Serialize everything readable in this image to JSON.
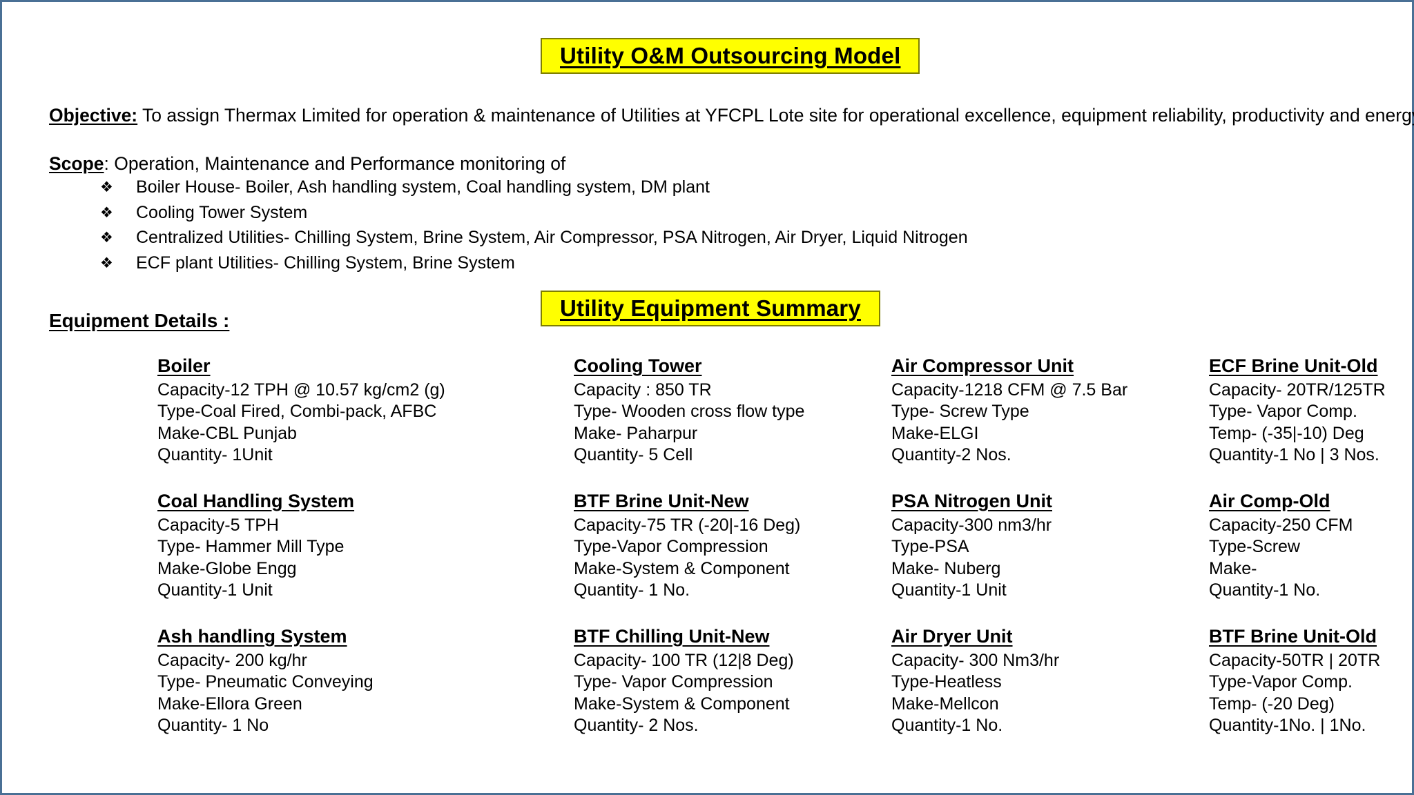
{
  "document": {
    "main_title": "Utility O&M Outsourcing Model",
    "summary_title": "Utility Equipment Summary",
    "objective_label": "Objective:",
    "objective_text": " To assign Thermax Limited for operation & maintenance of Utilities at YFCPL Lote site for operational excellence, equipment reliability, productivity and energy conservation.",
    "scope_label": "Scope",
    "scope_text": ": Operation, Maintenance and Performance monitoring of",
    "equipment_details_heading": "Equipment Details :",
    "bullet_glyph": "❖",
    "scope_bullets": [
      "Boiler House- Boiler, Ash handling system, Coal handling system, DM plant",
      "Cooling Tower System",
      "Centralized Utilities- Chilling System, Brine System, Air Compressor, PSA Nitrogen, Air Dryer, Liquid Nitrogen",
      "ECF plant Utilities- Chilling System, Brine System"
    ]
  },
  "colors": {
    "highlight": "#ffff00",
    "highlight_border": "#7f7f00",
    "slide_border": "#4a7095",
    "text": "#000000"
  },
  "equipment": [
    {
      "name": "Boiler",
      "lines": [
        "Capacity-12 TPH @ 10.57 kg/cm2 (g)",
        "Type-Coal Fired, Combi-pack, AFBC",
        "Make-CBL Punjab",
        "Quantity- 1Unit"
      ]
    },
    {
      "name": "Cooling Tower",
      "lines": [
        "Capacity : 850 TR",
        "Type- Wooden cross flow type",
        "Make- Paharpur",
        "Quantity- 5 Cell"
      ]
    },
    {
      "name": "Air Compressor Unit",
      "lines": [
        "Capacity-1218  CFM @ 7.5 Bar",
        "Type- Screw Type",
        "Make-ELGI",
        "Quantity-2 Nos."
      ]
    },
    {
      "name": "ECF Brine Unit-Old",
      "lines": [
        "Capacity- 20TR/125TR",
        "Type- Vapor Comp.",
        "Temp- (-35|-10) Deg",
        "Quantity-1 No | 3 Nos."
      ]
    },
    {
      "name": "Coal Handling System",
      "lines": [
        "Capacity-5 TPH",
        "Type- Hammer Mill Type",
        "Make-Globe Engg",
        "Quantity-1 Unit"
      ]
    },
    {
      "name": "BTF Brine Unit-New",
      "lines": [
        "Capacity-75 TR (-20|-16 Deg)",
        "Type-Vapor Compression",
        "Make-System & Component",
        "Quantity- 1 No."
      ]
    },
    {
      "name": "PSA Nitrogen Unit",
      "lines": [
        "Capacity-300 nm3/hr",
        "Type-PSA",
        "Make- Nuberg",
        "Quantity-1 Unit"
      ]
    },
    {
      "name": "Air Comp-Old",
      "lines": [
        "Capacity-250 CFM",
        "Type-Screw",
        "Make-",
        "Quantity-1 No."
      ]
    },
    {
      "name": "Ash handling System",
      "lines": [
        "Capacity- 200 kg/hr",
        "Type- Pneumatic Conveying",
        "Make-Ellora Green",
        "Quantity- 1 No"
      ]
    },
    {
      "name": "BTF Chilling Unit-New",
      "lines": [
        "Capacity- 100 TR (12|8 Deg)",
        "Type- Vapor Compression",
        "Make-System & Component",
        "Quantity- 2 Nos."
      ]
    },
    {
      "name": "Air Dryer Unit",
      "lines": [
        "Capacity- 300 Nm3/hr",
        "Type-Heatless",
        "Make-Mellcon",
        "Quantity-1 No."
      ]
    },
    {
      "name": "BTF Brine Unit-Old",
      "lines": [
        "Capacity-50TR | 20TR",
        "Type-Vapor Comp.",
        "Temp- (-20 Deg)",
        "Quantity-1No. | 1No."
      ]
    }
  ]
}
